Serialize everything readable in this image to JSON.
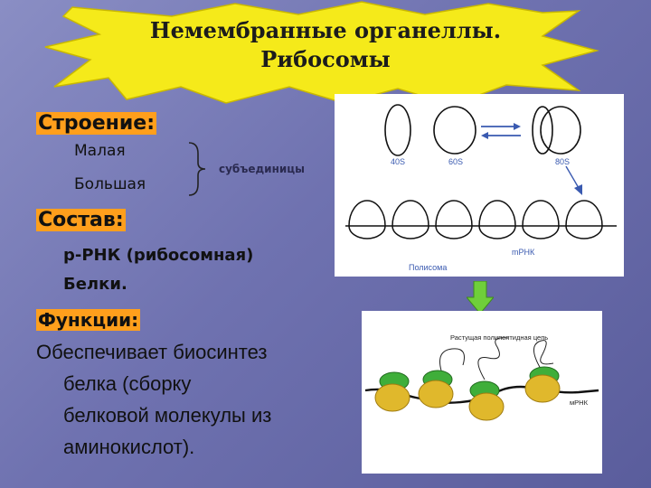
{
  "title": {
    "line1": "Немембранные органеллы.",
    "line2": "Рибосомы"
  },
  "structure": {
    "heading": "Строение:",
    "small": "Малая",
    "large": "Большая",
    "brace_label": "субъединицы"
  },
  "composition": {
    "heading": "Состав:",
    "item1": "р-РНК (рибосомная)",
    "item2": "Белки."
  },
  "functions": {
    "heading": "Функции:",
    "line1": "Обеспечивает биосинтез",
    "line2": "белка (сборку",
    "line3": "белковой молекулы из",
    "line4": "аминокислот)."
  },
  "diagram_top": {
    "label_40s": "40S",
    "label_60s": "60S",
    "label_80s": "80S",
    "label_polysome": "Полисома",
    "label_mrna": "mРНК"
  },
  "diagram_bottom": {
    "label_chain": "Растущая полипептидная цепь",
    "label_mrna": "мРНК"
  },
  "colors": {
    "title_star": "#f5ea1a",
    "highlight": "#ff9f1c",
    "ribosome_small": "#3fae3a",
    "ribosome_large": "#e0b82c",
    "arrow_down": "#6fcf3a"
  }
}
